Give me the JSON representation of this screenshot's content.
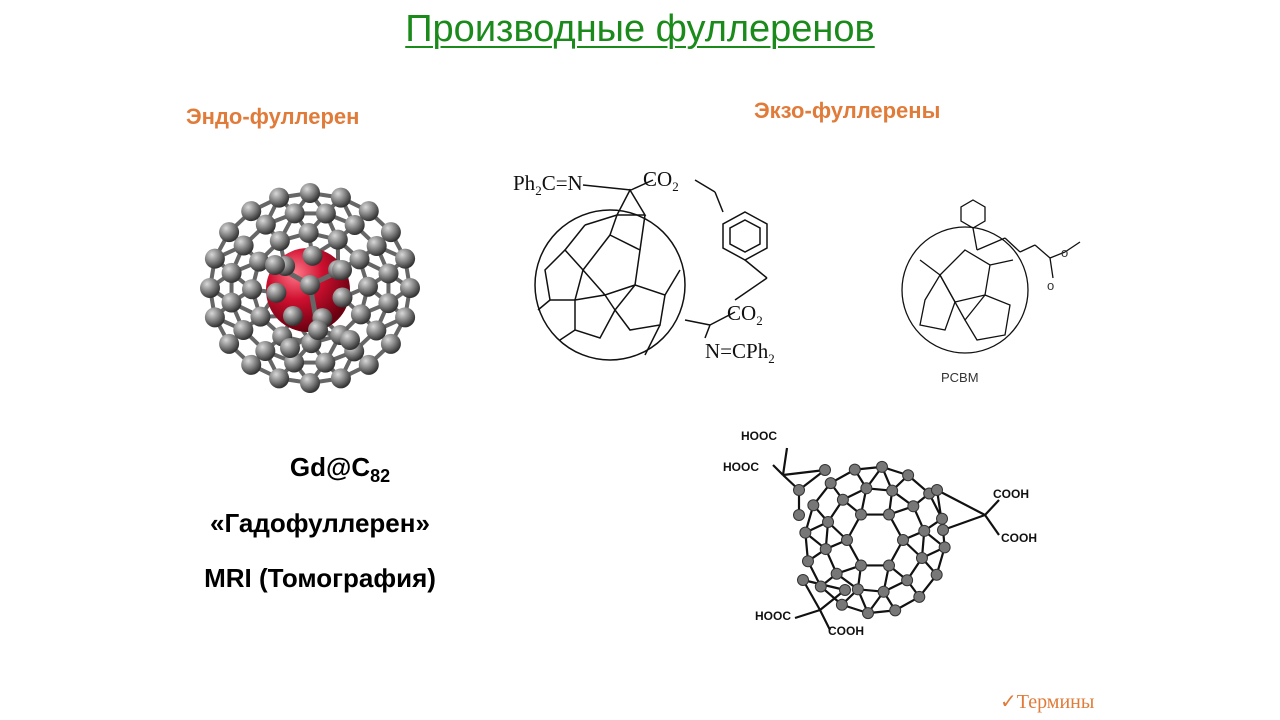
{
  "title": "Производные фуллеренов",
  "endo": {
    "heading": "Эндо-фуллерен",
    "formula_main": "Gd@C",
    "formula_sub": "82",
    "nickname": "«Гадофуллерен»",
    "usage": "MRI (Томография)"
  },
  "exo": {
    "heading": "Экзо-фуллерены",
    "structure1": {
      "top_left_group": "Ph",
      "top_left_sub": "2",
      "top_left_rest": "C=N",
      "top_ester": "CO",
      "top_ester_sub": "2",
      "bottom_ester": "CO",
      "bottom_ester_sub": "2",
      "bottom_group": "N=CPh",
      "bottom_group_sub": "2"
    },
    "structure2_label": "PCBM",
    "structure3": {
      "upper_left_1": "HOOC",
      "upper_left_2": "HOOC",
      "right_1": "COOH",
      "right_2": "COOH",
      "bottom_left": "HOOC",
      "bottom_right": "COOH"
    }
  },
  "footer": {
    "terms_check": "✓",
    "terms_label": "Термины"
  },
  "colors": {
    "title": "#1a8a1a",
    "subheading": "#e07b39",
    "gadolinium": "#d01030",
    "carbon": "#777777"
  },
  "icons": [
    "check-icon"
  ]
}
